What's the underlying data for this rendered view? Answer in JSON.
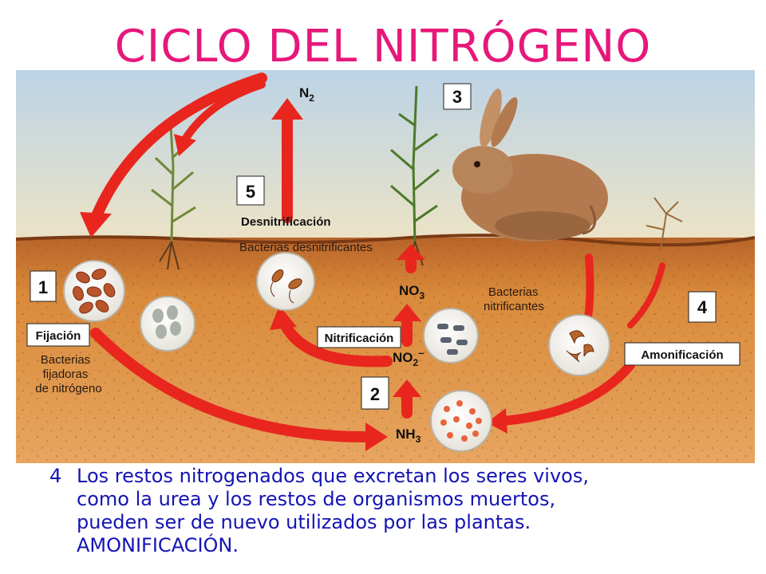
{
  "title": "CICLO DEL NITRÓGENO",
  "diagram": {
    "steps": {
      "s1": "1",
      "s2": "2",
      "s3": "3",
      "s4": "4",
      "s5": "5"
    },
    "labels": {
      "fijacion": "Fijación",
      "bacterias_fijadoras": [
        "Bacterias",
        "fijadoras",
        "de nitrógeno"
      ],
      "desnitrificacion": "Desnitrificación",
      "bacterias_desnitrificantes": "Bacterias desnitrificantes",
      "nitrificacion": "Nitrificación",
      "bacterias_nitrificantes": [
        "Bacterias",
        "nitrificantes"
      ],
      "amonificacion": "Amonificación"
    },
    "compounds": {
      "n2": {
        "base": "N",
        "sub": "2"
      },
      "no3": {
        "base": "NO",
        "sub": "3"
      },
      "no2": {
        "base": "NO",
        "sub": "2",
        "sup": "–"
      },
      "nh3": {
        "base": "NH",
        "sub": "3"
      }
    },
    "colors": {
      "arrow": "#e8261e",
      "sky_top": "#bcd3e6",
      "sky_bottom": "#e9e2c8",
      "soil": "#d98a3a",
      "title": "#e6187a",
      "caption": "#1414b4"
    }
  },
  "caption": {
    "number": "4",
    "lines": [
      "Los restos nitrogenados que excretan los seres vivos,",
      "como la urea y los restos de organismos muertos,",
      "pueden ser de nuevo utilizados por las plantas.",
      "AMONIFICACIÓN."
    ]
  }
}
